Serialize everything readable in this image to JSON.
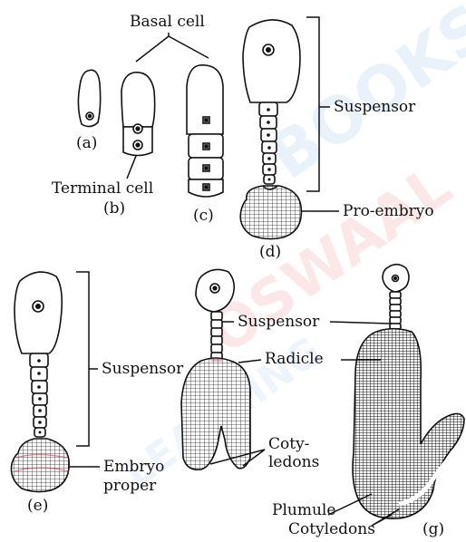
{
  "labels": {
    "basal_cell": "Basal cell",
    "a": "(a)",
    "b": "(b)",
    "c": "(c)",
    "d": "(d)",
    "e": "(e)",
    "g": "(g)",
    "terminal_cell": "Terminal cell",
    "suspensor_d": "Suspensor",
    "pro_embryo": "Pro-embryo",
    "suspensor_e": "Suspensor",
    "embryo_proper_1": "Embryo",
    "embryo_proper_2": "proper",
    "suspensor_f": "Suspensor",
    "radicle": "Radicle",
    "cotyledons_f_1": "Coty-",
    "cotyledons_f_2": "ledons",
    "plumule": "Plumule",
    "cotyledons_g": "Cotyledons"
  },
  "watermark": {
    "text1": "OSWAAL BOOKS",
    "text2": "LEARNING MADE SIMPLE",
    "color_red": "#e8202a",
    "color_blue": "#2f7fd0"
  }
}
